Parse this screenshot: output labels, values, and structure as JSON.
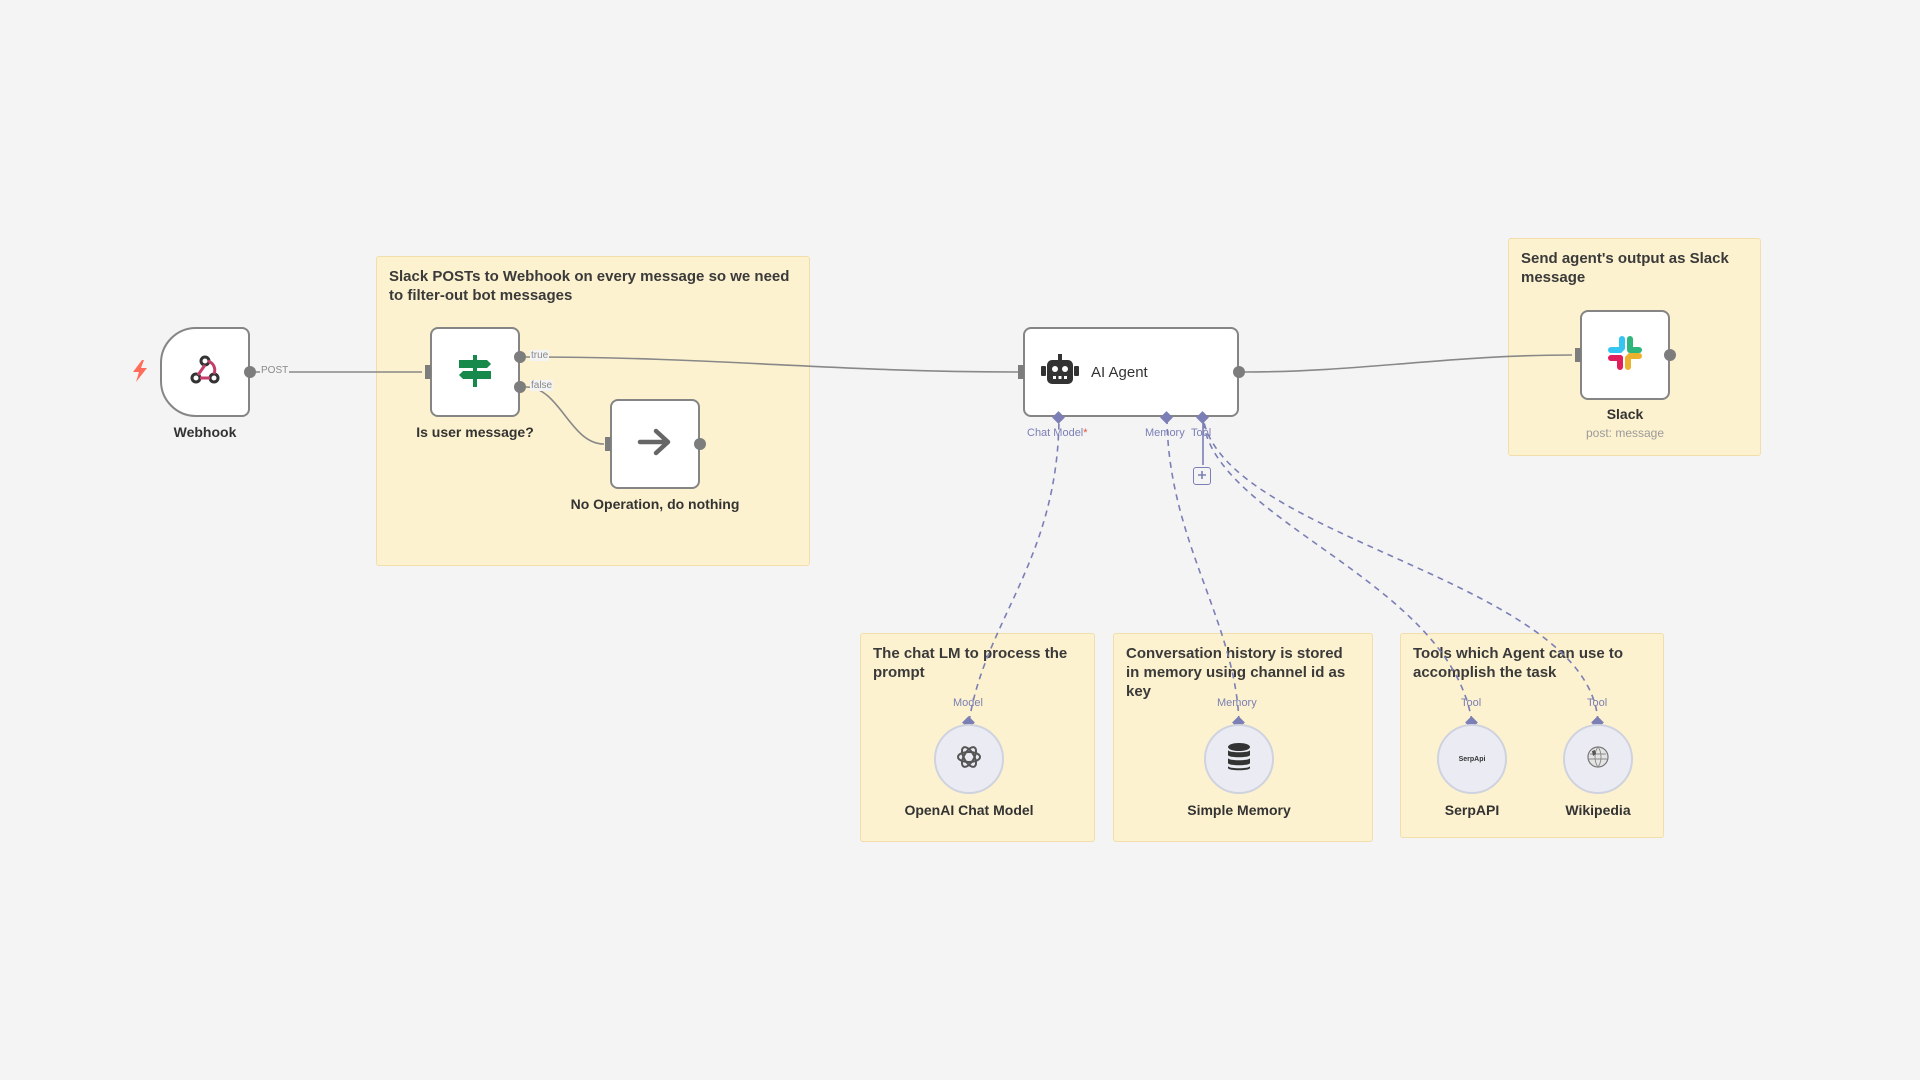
{
  "notes": {
    "filter": "Slack POSTs to Webhook on every message so we need to filter-out bot messages",
    "slack": "Send agent's output as Slack message",
    "model": "The chat LM to process the prompt",
    "memory": "Conversation history is stored in memory using channel id as key",
    "tools": "Tools which Agent can use to accomplish the task"
  },
  "nodes": {
    "webhook": {
      "label": "Webhook",
      "output": "POST"
    },
    "if": {
      "label": "Is user message?",
      "true_label": "true",
      "false_label": "false"
    },
    "noop": {
      "label": "No Operation, do nothing"
    },
    "agent": {
      "label": "AI Agent",
      "port_model": "Chat Model",
      "required_mark": "*",
      "port_memory": "Memory",
      "port_tool": "Tool"
    },
    "slack": {
      "label": "Slack",
      "subtitle": "post: message"
    },
    "openai": {
      "label": "OpenAI Chat Model",
      "port": "Model"
    },
    "memory": {
      "label": "Simple Memory",
      "port": "Memory"
    },
    "serpapi": {
      "label": "SerpAPI",
      "port": "Tool",
      "logo_text": "SerpApi"
    },
    "wikipedia": {
      "label": "Wikipedia",
      "port": "Tool"
    }
  },
  "icons": {
    "trigger": "lightning-bolt-icon",
    "webhook": "webhook-icon",
    "if": "signpost-icon",
    "noop": "arrow-right-icon",
    "agent": "robot-icon",
    "slack": "slack-logo-icon",
    "openai": "openai-logo-icon",
    "memory": "database-icon",
    "wikipedia": "wikipedia-globe-icon",
    "add": "plus-icon"
  },
  "colors": {
    "canvas": "#f4f4f5",
    "sticky": "#fdf2cf",
    "node_border": "#858585",
    "ai_port": "#7b7fb5",
    "trigger": "#ff6d5a",
    "if_icon": "#178a4b"
  }
}
